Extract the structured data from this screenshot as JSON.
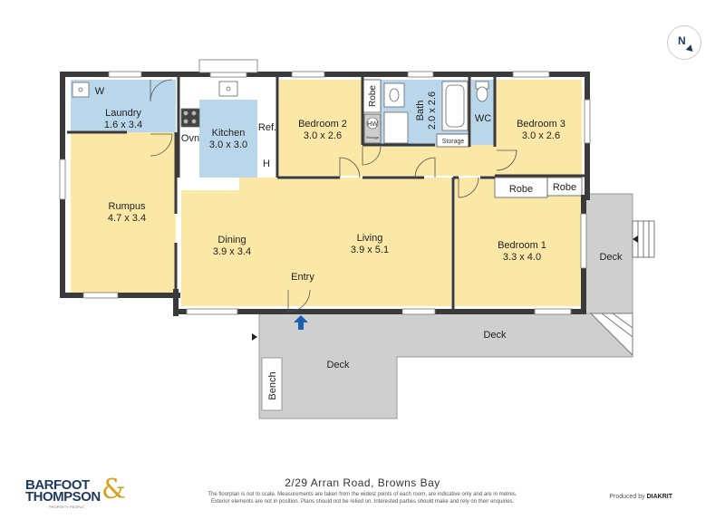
{
  "compass": {
    "label": "N"
  },
  "rooms": {
    "laundry": {
      "name": "Laundry",
      "size": "1.6 x 3.4"
    },
    "kitchen": {
      "name": "Kitchen",
      "size": "3.0 x 3.0"
    },
    "bedroom2": {
      "name": "Bedroom 2",
      "size": "3.0 x 2.6"
    },
    "bath": {
      "name": "Bath",
      "size": "2.0 x 2.6"
    },
    "bedroom3": {
      "name": "Bedroom 3",
      "size": "3.0 x 2.6"
    },
    "rumpus": {
      "name": "Rumpus",
      "size": "4.7 x 3.4"
    },
    "dining": {
      "name": "Dining",
      "size": "3.9 x 3.4"
    },
    "living": {
      "name": "Living",
      "size": "3.9 x 5.1"
    },
    "bedroom1": {
      "name": "Bedroom 1",
      "size": "3.3 x 4.0"
    }
  },
  "fixtures": {
    "w": "W",
    "ovn": "Ovn",
    "ref": "Ref.",
    "h": "H",
    "hw": "HW",
    "storage_small": "Storage",
    "storage": "Storage",
    "wc": "WC",
    "robe_b2": "Robe",
    "robe_a": "Robe",
    "robe_b": "Robe"
  },
  "outdoor": {
    "entry": "Entry",
    "deck_main": "Deck",
    "deck_right": "Deck",
    "deck_side": "Deck",
    "bench": "Bench"
  },
  "footer": {
    "address": "2/29 Arran Road, Browns Bay",
    "disclaimer_line1": "The floorplan is not to scale. Measurements are taken from the widest points of each room, are indicative only and are in metres.",
    "disclaimer_line2": "Exterior elements are not in position. Plans should not be relied on. Interested parties should make and rely on their enquiries.",
    "brand_line1": "BARFOOT",
    "brand_line2": "THOMPSON",
    "brand_amp": "&",
    "brand_sub": "PROPERTY PEOPLE",
    "producer_prefix": "Produced by",
    "producer_name": "DIAKRIT"
  },
  "colors": {
    "wall": "#3a3a3a",
    "yellow_room": "#fbe8a6",
    "blue_room": "#b9d6ea",
    "deck": "#cfcfcf",
    "white_room": "#ffffff",
    "accent": "#1f5fb0"
  }
}
